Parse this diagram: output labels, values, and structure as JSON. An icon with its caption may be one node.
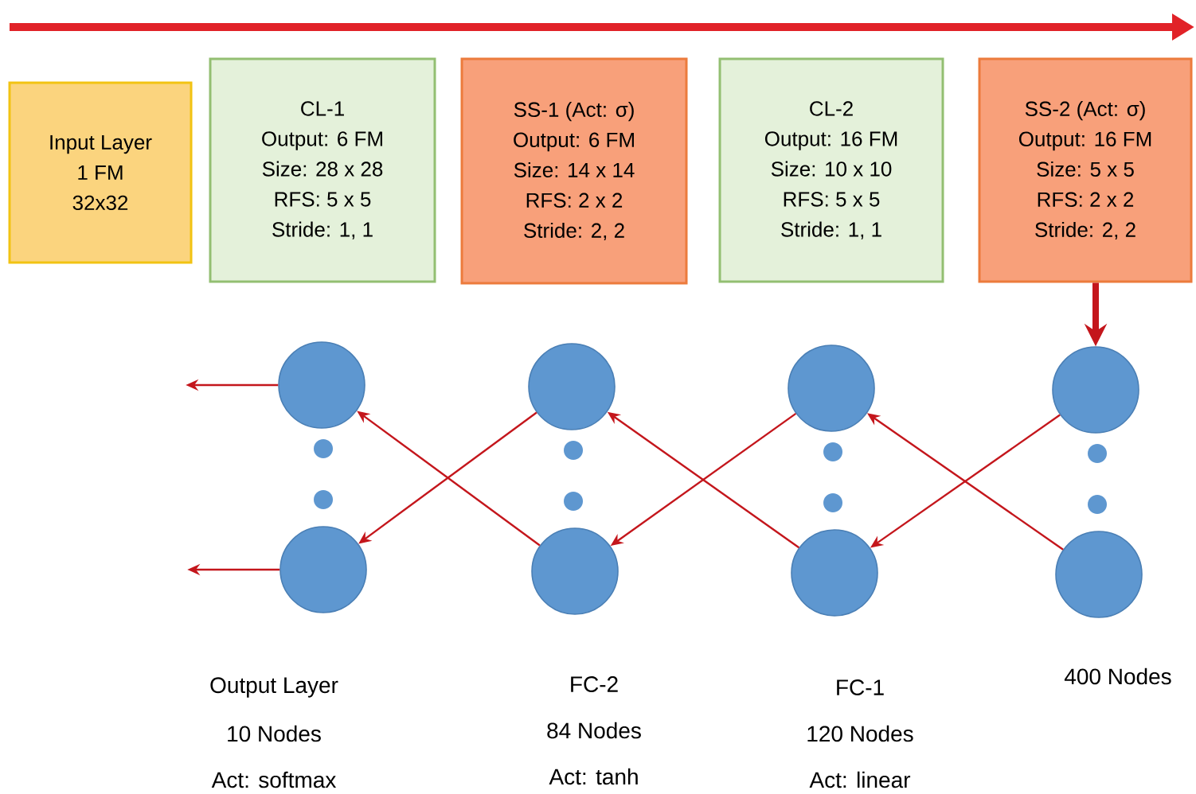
{
  "diagram": {
    "nodes": [
      {
        "text": [
          "Input Layer",
          "1 FM",
          "32x32"
        ]
      },
      {
        "text": [
          "CL-1",
          "Output: 6 FM",
          "Size: 28 x 28",
          "RFS: 5 x 5",
          "Stride: 1, 1"
        ]
      },
      {
        "text": [
          "SS-1 (Act: σ)",
          "Output: 6 FM",
          "Size: 14 x 14",
          "RFS: 2 x 2",
          "Stride: 2, 2"
        ]
      },
      {
        "text": [
          "CL-2",
          "Output: 16 FM",
          "Size: 10 x 10",
          "RFS: 5 x 5",
          "Stride: 1, 1"
        ]
      },
      {
        "text": [
          "SS-2 (Act: σ)",
          "Output: 16 FM",
          "Size: 5 x 5",
          "RFS: 2 x 2",
          "Stride: 2, 2"
        ]
      },
      {
        "text": [],
        "shape": "circle"
      },
      {
        "text": [],
        "shape": "circle",
        "beside": [
          "Output Layer",
          "10 Nodes",
          "Act: softmax"
        ]
      },
      {
        "text": [],
        "shape": "circle"
      },
      {
        "text": [],
        "shape": "circle",
        "beside": [
          "FC-2",
          "84 Nodes",
          "Act: tanh"
        ]
      },
      {
        "text": [],
        "shape": "circle"
      },
      {
        "text": [],
        "shape": "circle",
        "beside": [
          "FC-1",
          "120 Nodes",
          "Act: linear"
        ]
      },
      {
        "text": [],
        "shape": "circle"
      },
      {
        "text": [],
        "shape": "circle",
        "beside": [
          "400 Nodes"
        ]
      }
    ],
    "edges": [
      {
        "from": 4,
        "to": 11,
        "arrow": "to",
        "style": "thick"
      },
      {
        "from": 11,
        "to": 10,
        "arrow": "to"
      },
      {
        "from": 12,
        "to": 9,
        "arrow": "to"
      },
      {
        "from": 9,
        "to": 8,
        "arrow": "to"
      },
      {
        "from": 10,
        "to": 7,
        "arrow": "to"
      },
      {
        "from": 7,
        "to": 6,
        "arrow": "to"
      },
      {
        "from": 8,
        "to": 5,
        "arrow": "to"
      },
      {
        "from": 5,
        "to": null,
        "arrow": "to"
      },
      {
        "from": 6,
        "to": null,
        "arrow": "to"
      }
    ]
  }
}
